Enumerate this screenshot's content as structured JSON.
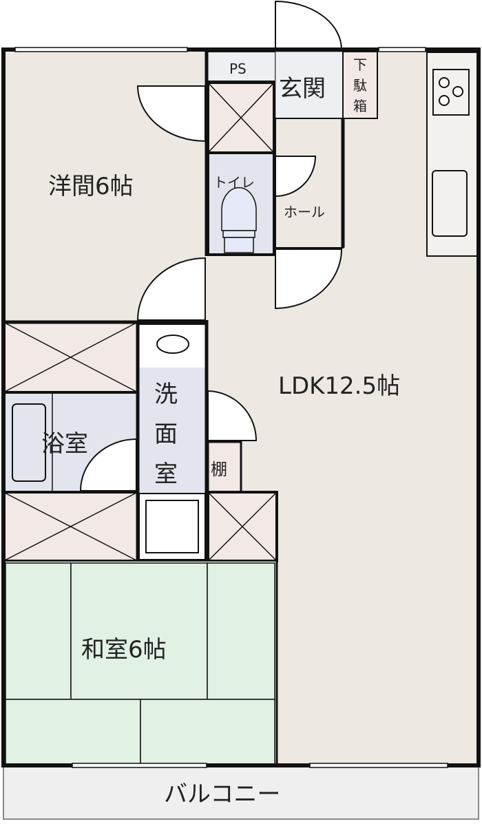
{
  "rooms": {
    "western": "洋間6帖",
    "ldk": "LDK12.5帖",
    "japanese": "和室6帖",
    "bath": "浴室",
    "washroom": [
      "洗",
      "面",
      "室"
    ],
    "toilet": "トイレ",
    "hall": "ホール",
    "entrance": "玄関",
    "ps": "PS",
    "shoe_box": [
      "下",
      "駄",
      "箱"
    ],
    "shelf": "棚",
    "balcony": "バルコニー"
  },
  "colors": {
    "floor": "#ede8e2",
    "closet": "#f2e8e6",
    "wet": "#e2e5ee",
    "tatami": "#e1f1e4",
    "balcony": "#efefef",
    "wall": "#111111"
  }
}
